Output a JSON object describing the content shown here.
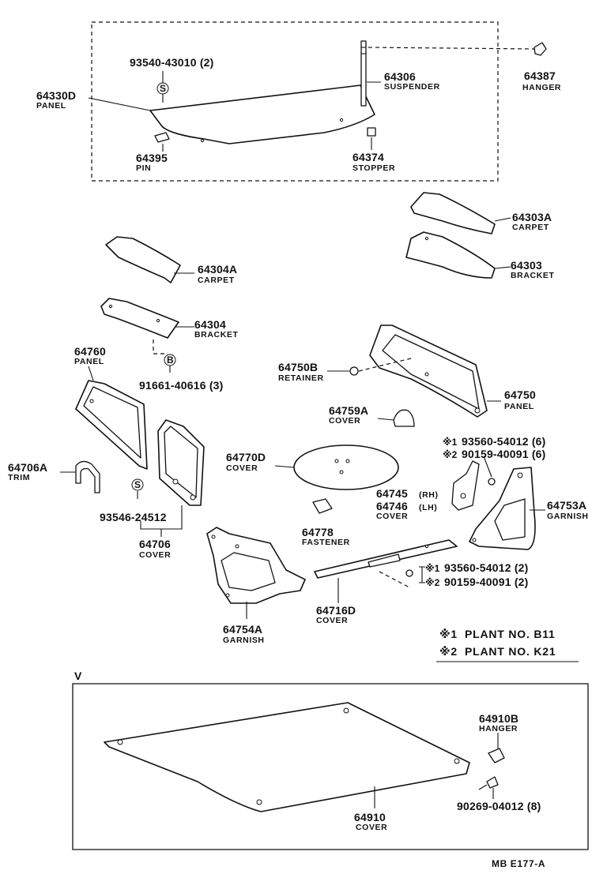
{
  "callouts": [
    {
      "id": "p64330D",
      "number": "64330D",
      "name": "PANEL"
    },
    {
      "id": "p93540",
      "number": "93540-43010 (2)",
      "name": ""
    },
    {
      "id": "p64306",
      "number": "64306",
      "name": "SUSPENDER"
    },
    {
      "id": "p64387",
      "number": "64387",
      "name": "HANGER"
    },
    {
      "id": "p64395",
      "number": "64395",
      "name": "PIN"
    },
    {
      "id": "p64374",
      "number": "64374",
      "name": "STOPPER"
    },
    {
      "id": "p64303A",
      "number": "64303A",
      "name": "CARPET"
    },
    {
      "id": "p64303",
      "number": "64303",
      "name": "BRACKET"
    },
    {
      "id": "p64304A",
      "number": "64304A",
      "name": "CARPET"
    },
    {
      "id": "p64304",
      "number": "64304",
      "name": "BRACKET"
    },
    {
      "id": "p91661",
      "number": "91661-40616 (3)",
      "name": ""
    },
    {
      "id": "p64760",
      "number": "64760",
      "name": "PANEL"
    },
    {
      "id": "p64750B",
      "number": "64750B",
      "name": "RETAINER"
    },
    {
      "id": "p64759A",
      "number": "64759A",
      "name": "COVER"
    },
    {
      "id": "p64750",
      "number": "64750",
      "name": "PANEL"
    },
    {
      "id": "p64706A",
      "number": "64706A",
      "name": "TRIM"
    },
    {
      "id": "p64770D",
      "number": "64770D",
      "name": "COVER"
    },
    {
      "id": "p93546",
      "number": "93546-24512",
      "name": ""
    },
    {
      "id": "p64706",
      "number": "64706",
      "name": "COVER"
    },
    {
      "id": "p64745",
      "number": "64745",
      "name": "(RH)"
    },
    {
      "id": "p64746",
      "number": "64746",
      "name": "(LH)"
    },
    {
      "id": "p64746c",
      "number": "",
      "name": "COVER"
    },
    {
      "id": "p64753A",
      "number": "64753A",
      "name": "GARNISH"
    },
    {
      "id": "p64778",
      "number": "64778",
      "name": "FASTENER"
    },
    {
      "id": "p64754A",
      "number": "64754A",
      "name": "GARNISH"
    },
    {
      "id": "p64716D",
      "number": "64716D",
      "name": "COVER"
    },
    {
      "id": "p64910B",
      "number": "64910B",
      "name": "HANGER"
    },
    {
      "id": "p90269",
      "number": "90269-04012 (8)",
      "name": ""
    },
    {
      "id": "p64910",
      "number": "64910",
      "name": "COVER"
    }
  ],
  "alt_parts": {
    "upper": [
      {
        "mark": "※1",
        "number": "93560-54012 (6)"
      },
      {
        "mark": "※2",
        "number": "90159-40091 (6)"
      }
    ],
    "lower": [
      {
        "mark": "※1",
        "number": "93560-54012 (2)"
      },
      {
        "mark": "※2",
        "number": "90159-40091 (2)"
      }
    ]
  },
  "markers": {
    "s": "S",
    "b": "B"
  },
  "notes": [
    {
      "mark": "※1",
      "text": "PLANT NO. B11"
    },
    {
      "mark": "※2",
      "text": "PLANT NO. K21"
    }
  ],
  "section_label": "V",
  "figure_ref": "MB E177-A"
}
